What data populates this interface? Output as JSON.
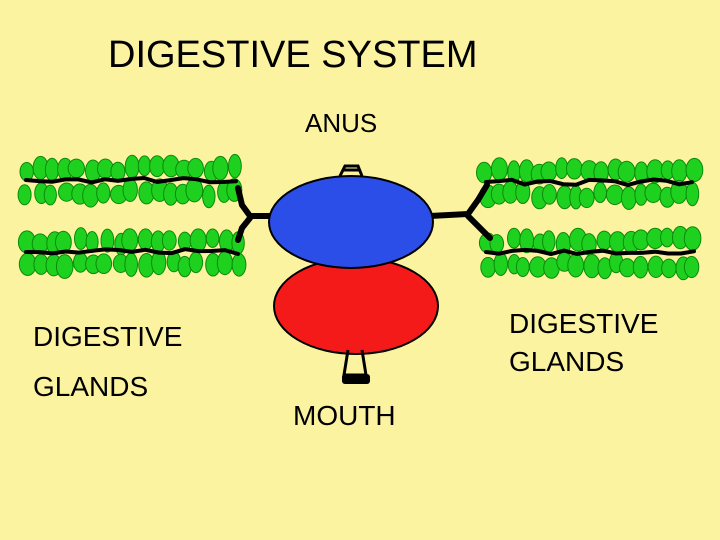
{
  "diagram": {
    "title": "DIGESTIVE SYSTEM",
    "labels": {
      "anus": "ANUS",
      "mouth": "MOUTH",
      "left_glands_line1": "DIGESTIVE",
      "left_glands_line2": "GLANDS",
      "right_glands_line1": "DIGESTIVE",
      "right_glands_line2": "GLANDS"
    },
    "colors": {
      "background": "#fcf3a0",
      "upper_chamber": "#2b4ee8",
      "lower_chamber": "#f51a1a",
      "gland_cells": "#1fd11f",
      "outline": "#000000"
    }
  }
}
